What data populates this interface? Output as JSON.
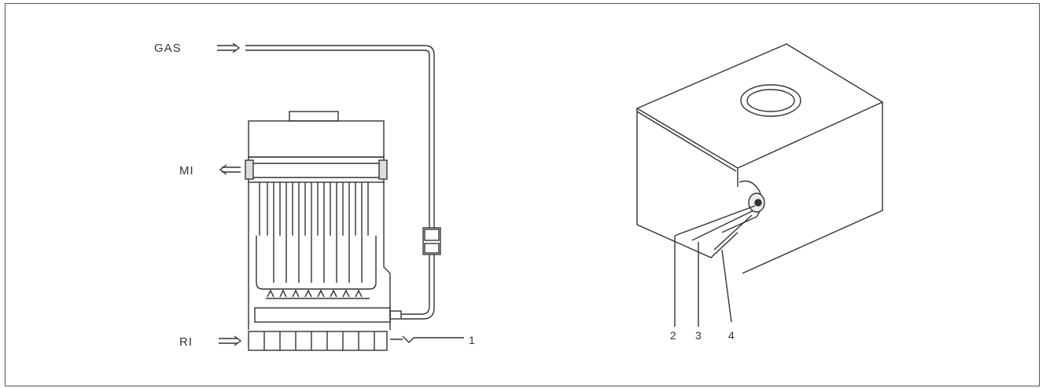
{
  "left_diagram": {
    "labels": {
      "gas": "GAS",
      "mi": "MI",
      "ri": "RI",
      "callout_1": "1"
    }
  },
  "right_diagram": {
    "labels": {
      "callout_2": "2",
      "callout_3": "3",
      "callout_4": "4"
    }
  }
}
